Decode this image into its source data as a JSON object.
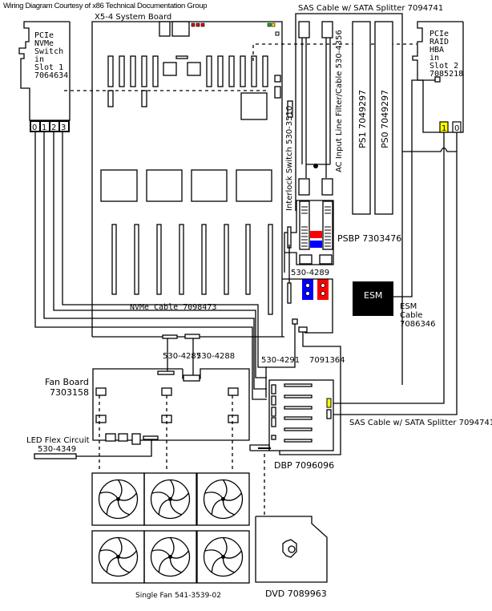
{
  "credit": "Wiring Diagram Courtesy of x86 Technical Documentation Group",
  "system_board": {
    "label": "X5-4 System Board"
  },
  "nvme_switch": {
    "lines": [
      "PCIe",
      "NVMe",
      "Switch",
      "in",
      "Slot 1",
      "7064634"
    ],
    "ports": [
      "0",
      "1",
      "2",
      "3"
    ]
  },
  "raid_hba": {
    "lines": [
      "PCIe",
      "RAID",
      "HBA",
      "in",
      "Slot 2",
      "7085218"
    ],
    "ports": [
      "1",
      "0"
    ],
    "highlighted_port": "1"
  },
  "sas_cable_top": "SAS Cable w/ SATA Splitter 7094741",
  "sas_cable_bottom": "SAS Cable w/ SATA Splitter 7094741",
  "interlock_switch": "Interlock  Switch  530-3510",
  "ac_input": "AC Input  Line  Filter/Cable 530-4356",
  "ps1": "PS1 7049297",
  "ps0": "PS0 7049297",
  "psbp": "PSBP 7303476",
  "cable_530_4289": "530-4289",
  "esm": {
    "label": "ESM",
    "cable_lines": [
      "ESM",
      "Cable",
      "7086346"
    ]
  },
  "nvme_cable": "NVMe Cable 7098473",
  "cable_530_4287": "530-4287",
  "cable_530_4288": "530-4288",
  "cable_530_4291": "530-4291",
  "cable_7091364": "7091364",
  "fan_board": {
    "lines": [
      "Fan Board",
      "7303158"
    ]
  },
  "led_flex": {
    "lines": [
      "LED Flex Circuit",
      "530-4349"
    ]
  },
  "dbp": "DBP 7096096",
  "fan_label": "Single  Fan  541-3539-02",
  "dvd": "DVD 7089963",
  "colors": {
    "led_red": "#e00000",
    "led_green": "#00c000",
    "led_yellow": "#f0e000",
    "port_yellow": "#ffff00",
    "psu_red": "#ff0000",
    "psu_blue": "#0000ff",
    "esm_fill": "#000000"
  }
}
